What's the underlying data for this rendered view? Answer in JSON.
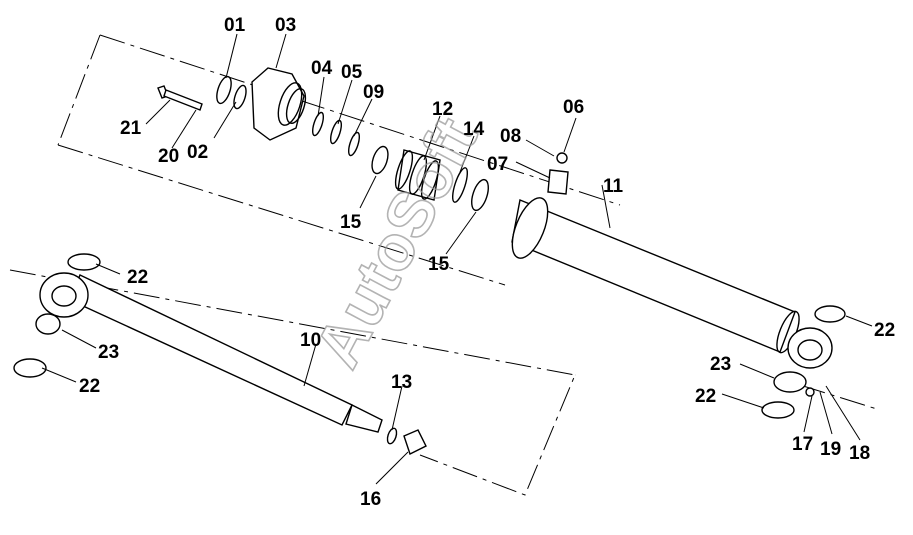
{
  "watermark": "AutoSoft",
  "callouts": [
    {
      "id": "c01",
      "text": "01"
    },
    {
      "id": "c02",
      "text": "02"
    },
    {
      "id": "c03",
      "text": "03"
    },
    {
      "id": "c04",
      "text": "04"
    },
    {
      "id": "c05",
      "text": "05"
    },
    {
      "id": "c06",
      "text": "06"
    },
    {
      "id": "c07",
      "text": "07"
    },
    {
      "id": "c08",
      "text": "08"
    },
    {
      "id": "c09",
      "text": "09"
    },
    {
      "id": "c10",
      "text": "10"
    },
    {
      "id": "c11",
      "text": "11"
    },
    {
      "id": "c12",
      "text": "12"
    },
    {
      "id": "c13",
      "text": "13"
    },
    {
      "id": "c14",
      "text": "14"
    },
    {
      "id": "c15a",
      "text": "15"
    },
    {
      "id": "c15b",
      "text": "15"
    },
    {
      "id": "c16",
      "text": "16"
    },
    {
      "id": "c17",
      "text": "17"
    },
    {
      "id": "c18",
      "text": "18"
    },
    {
      "id": "c19",
      "text": "19"
    },
    {
      "id": "c20",
      "text": "20"
    },
    {
      "id": "c21",
      "text": "21"
    },
    {
      "id": "c22a",
      "text": "22"
    },
    {
      "id": "c22b",
      "text": "22"
    },
    {
      "id": "c22c",
      "text": "22"
    },
    {
      "id": "c22d",
      "text": "22"
    },
    {
      "id": "c23a",
      "text": "23"
    },
    {
      "id": "c23b",
      "text": "23"
    }
  ]
}
